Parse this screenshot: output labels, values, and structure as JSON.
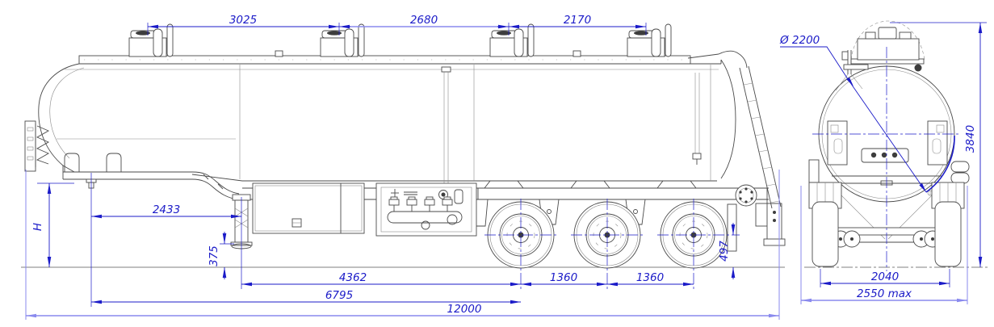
{
  "drawing": {
    "type": "tanker-semitrailer-general-arrangement",
    "views": {
      "left": "side-elevation",
      "right": "rear-elevation"
    },
    "colors": {
      "dimension_blue": "#1b1bc8",
      "dimension_highlight": "#8a8aee",
      "linework": "#4a4a4a",
      "background": "#ffffff"
    },
    "dimensions": {
      "manhole_spacing_1": "3025",
      "manhole_spacing_2": "2680",
      "manhole_spacing_3": "2170",
      "tank_diameter": "Ø 2200",
      "overall_height": "3840",
      "fifth_wheel_height": "H",
      "kingpin_to_landing_gear": "2433",
      "landing_gear_clearance": "375",
      "landing_gear_to_first_axle": "4362",
      "axle_spacing_1": "1360",
      "axle_spacing_2": "1360",
      "wheel_radius": "497",
      "kingpin_to_first_axle": "6795",
      "overall_length": "12000",
      "track_width": "2040",
      "overall_width": "2550 max"
    }
  }
}
